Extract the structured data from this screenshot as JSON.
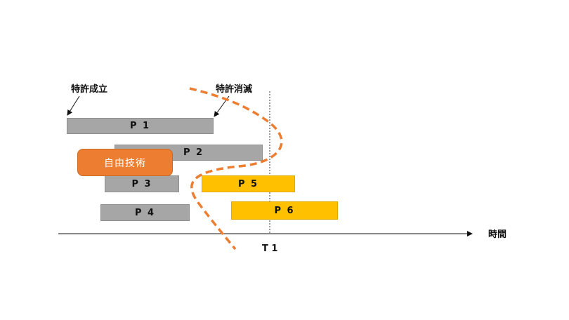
{
  "labels": {
    "patent_grant": "特許成立",
    "patent_expiry": "特許消滅",
    "time_axis": "時間",
    "t1": "T 1"
  },
  "patents": [
    {
      "label": "P 1",
      "status": "expired"
    },
    {
      "label": "P 2",
      "status": "expired"
    },
    {
      "label": "P 3",
      "status": "expired"
    },
    {
      "label": "P 4",
      "status": "expired"
    },
    {
      "label": "P 5",
      "status": "active"
    },
    {
      "label": "P 6",
      "status": "active"
    }
  ],
  "free_technology": "自由技術",
  "colors": {
    "expired_bar": "#a6a6a6",
    "active_bar": "#ffc000",
    "free_tech": "#ed7d31",
    "boundary_line": "#ed7d31"
  }
}
